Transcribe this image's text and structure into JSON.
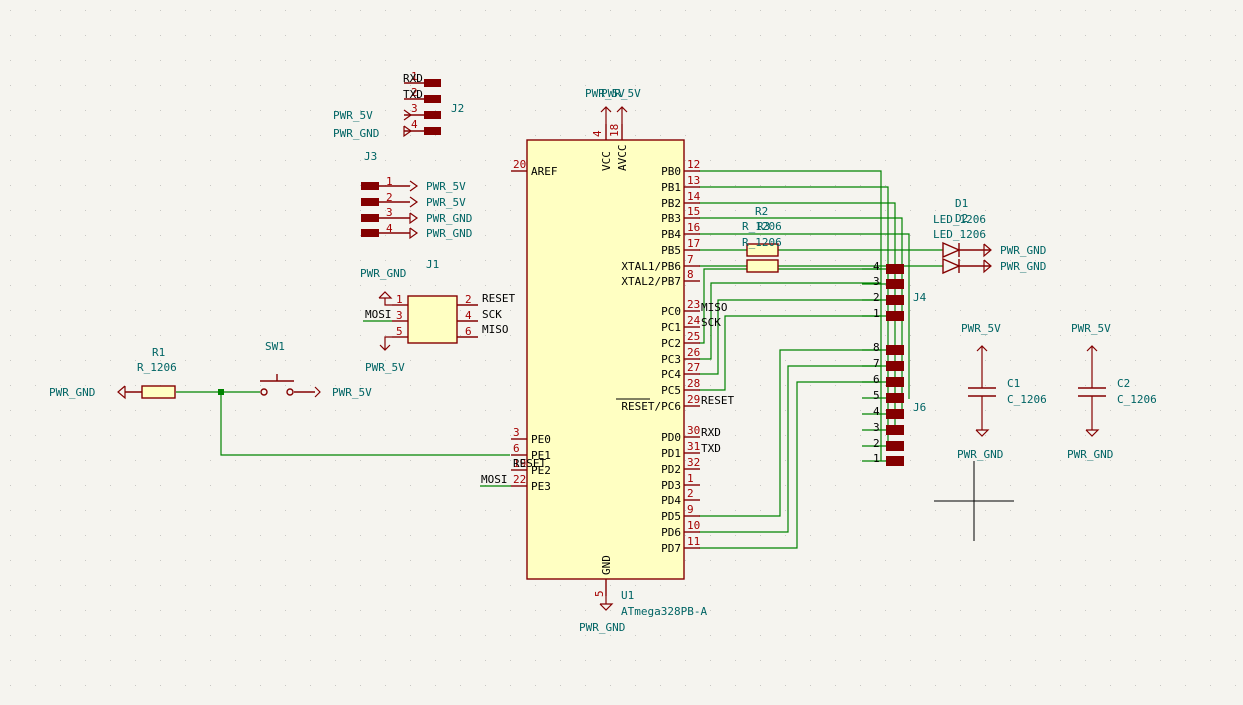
{
  "u1": {
    "reference": "U1",
    "value": "ATmega328PB-A",
    "left_pins": [
      {
        "num": "20",
        "name": "AREF"
      },
      {
        "num": "3",
        "name": "PE0"
      },
      {
        "num": "6",
        "name": "PE1"
      },
      {
        "num": "19",
        "name": "PE2"
      },
      {
        "num": "22",
        "name": "PE3"
      }
    ],
    "right_pins": [
      {
        "num": "12",
        "name": "PB0"
      },
      {
        "num": "13",
        "name": "PB1"
      },
      {
        "num": "14",
        "name": "PB2"
      },
      {
        "num": "15",
        "name": "PB3"
      },
      {
        "num": "16",
        "name": "PB4"
      },
      {
        "num": "17",
        "name": "PB5"
      },
      {
        "num": "7",
        "name": "XTAL1/PB6"
      },
      {
        "num": "8",
        "name": "XTAL2/PB7"
      },
      {
        "num": "23",
        "name": "PC0"
      },
      {
        "num": "24",
        "name": "PC1"
      },
      {
        "num": "25",
        "name": "PC2"
      },
      {
        "num": "26",
        "name": "PC3"
      },
      {
        "num": "27",
        "name": "PC4"
      },
      {
        "num": "28",
        "name": "PC5"
      },
      {
        "num": "29",
        "name": "RESET/PC6"
      },
      {
        "num": "30",
        "name": "PD0"
      },
      {
        "num": "31",
        "name": "PD1"
      },
      {
        "num": "32",
        "name": "PD2"
      },
      {
        "num": "1",
        "name": "PD3"
      },
      {
        "num": "2",
        "name": "PD4"
      },
      {
        "num": "9",
        "name": "PD5"
      },
      {
        "num": "10",
        "name": "PD6"
      },
      {
        "num": "11",
        "name": "PD7"
      }
    ],
    "top_pins": [
      {
        "num": "4",
        "name": "VCC"
      },
      {
        "num": "18",
        "name": "AVCC"
      }
    ],
    "bottom_pin": {
      "num": "5",
      "name": "GND"
    }
  },
  "labels": {
    "miso": "MISO",
    "sck": "SCK",
    "reset": "RESET",
    "rxd": "RXD",
    "txd": "TXD",
    "mosi": "MOSI"
  },
  "power": {
    "v5": "PWR_5V",
    "gnd": "PWR_GND"
  },
  "j1": {
    "reference": "J1",
    "pins_left": [
      "1",
      "3",
      "5"
    ],
    "pins_right": [
      "2",
      "4",
      "6"
    ],
    "labels_right": [
      "RESET",
      "SCK",
      "MISO"
    ],
    "label_left": "MOSI"
  },
  "j2": {
    "reference": "J2",
    "pins": [
      "1",
      "2",
      "3",
      "4"
    ],
    "labels": [
      "RXD",
      "TXD",
      "PWR_5V",
      "PWR_GND"
    ]
  },
  "j3": {
    "reference": "J3",
    "pins": [
      "1",
      "2",
      "3",
      "4"
    ],
    "labels": [
      "PWR_5V",
      "PWR_5V",
      "PWR_GND",
      "PWR_GND"
    ]
  },
  "j4": {
    "reference": "J4",
    "pins": [
      "4",
      "3",
      "2",
      "1"
    ]
  },
  "j6": {
    "reference": "J6",
    "pins": [
      "8",
      "7",
      "6",
      "5",
      "4",
      "3",
      "2",
      "1"
    ]
  },
  "r1": {
    "reference": "R1",
    "value": "R_1206"
  },
  "r2": {
    "reference": "R2",
    "value": "R_1206"
  },
  "r3": {
    "reference": "R3",
    "value": "R_1206"
  },
  "d1": {
    "reference": "D1",
    "value": "LED_1206"
  },
  "d2": {
    "reference": "D2",
    "value": "LED_1206"
  },
  "sw1": {
    "reference": "SW1"
  },
  "c1": {
    "reference": "C1",
    "value": "C_1206"
  },
  "c2": {
    "reference": "C2",
    "value": "C_1206"
  },
  "colors": {
    "background": "#f5f4ef",
    "wire": "#008400",
    "component": "#840000",
    "component_fill": "#ffffc2",
    "net_label": "#006464",
    "pin_number": "#a50000"
  }
}
